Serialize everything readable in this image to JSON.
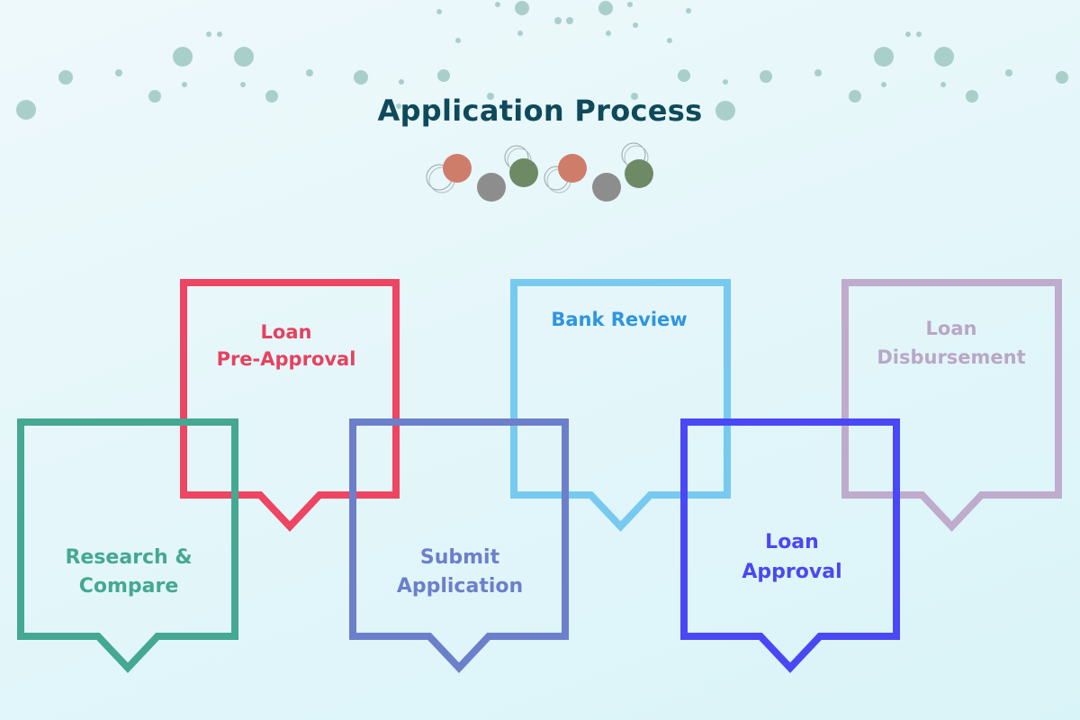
{
  "title": "Application Process",
  "colors": {
    "title": "#0e4a5a",
    "dots": "#a9cfcb",
    "deco_salmon": "#cf7d6b",
    "deco_grey": "#8d8d8d",
    "deco_green": "#6e8a65"
  },
  "steps": [
    {
      "id": "research",
      "lines": [
        "Research &",
        "Compare"
      ],
      "color": "#45a893",
      "icon": "speech-bubble-frame"
    },
    {
      "id": "preapproval",
      "lines": [
        "Loan",
        "Pre-Approval"
      ],
      "color": "#ee4562",
      "icon": "speech-bubble-frame"
    },
    {
      "id": "submit",
      "lines": [
        "Submit",
        "Application"
      ],
      "color": "#6c7fcb",
      "icon": "speech-bubble-frame"
    },
    {
      "id": "bankreview",
      "lines": [
        "Bank Review"
      ],
      "color": "#77c9f0",
      "icon": "speech-bubble-frame"
    },
    {
      "id": "approval",
      "lines": [
        "Loan",
        "Approval"
      ],
      "color": "#4a48f4",
      "icon": "speech-bubble-frame"
    },
    {
      "id": "disbursement",
      "lines": [
        "Loan",
        "Disbursement"
      ],
      "color": "#bfabcc",
      "icon": "speech-bubble-frame"
    }
  ],
  "text_colors": {
    "research": "#45a893",
    "preapproval": "#e5425e",
    "submit": "#6c7fcb",
    "bankreview": "#2f95e0",
    "approval": "#4a48f4",
    "disbursement": "#b9a7c6"
  }
}
